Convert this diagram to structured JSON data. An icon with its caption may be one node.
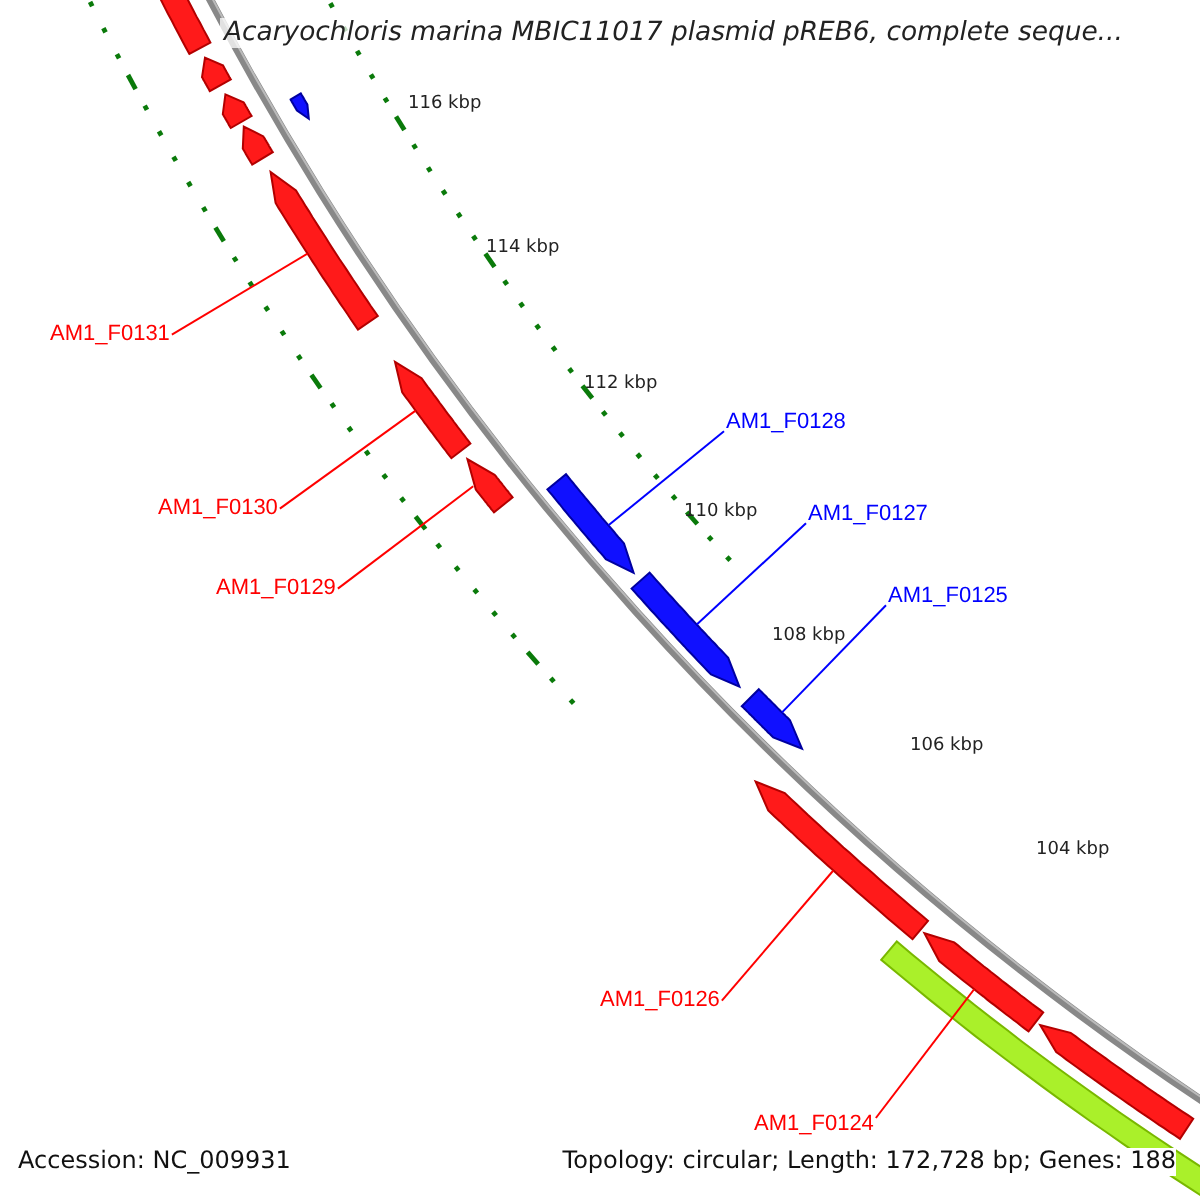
{
  "diagram": {
    "title": "Acaryochloris marina MBIC11017 plasmid pREB6, complete seque...",
    "nodes": [
      {
        "text": [
          "AM1_F0131"
        ]
      },
      {
        "text": [],
        "shape": "arrow"
      },
      {
        "text": [
          "AM1_F0130"
        ]
      },
      {
        "text": [],
        "shape": "arrow"
      },
      {
        "text": [
          "AM1_F0129"
        ]
      },
      {
        "text": [],
        "shape": "arrow"
      },
      {
        "text": [
          "AM1_F0128"
        ]
      },
      {
        "text": [],
        "shape": "arrow"
      },
      {
        "text": [
          "AM1_F0127"
        ]
      },
      {
        "text": [],
        "shape": "arrow"
      },
      {
        "text": [
          "AM1_F0125"
        ]
      },
      {
        "text": [],
        "shape": "arrow"
      },
      {
        "text": [
          "AM1_F0126"
        ]
      },
      {
        "text": [],
        "shape": "arrow"
      },
      {
        "text": [
          "AM1_F0124"
        ]
      },
      {
        "text": [],
        "shape": "arrow"
      },
      {
        "text": [],
        "shape": "arrow"
      },
      {
        "text": [],
        "shape": "arrow"
      },
      {
        "text": [],
        "shape": "arrow"
      },
      {
        "text": [],
        "shape": "arrow"
      },
      {
        "text": [],
        "shape": "arrow"
      },
      {
        "text": [],
        "shape": "arrow"
      },
      {
        "text": [],
        "shape": "arrow"
      }
    ],
    "edges": [
      {
        "from": 0,
        "to": 1,
        "arrow": "none"
      },
      {
        "from": 2,
        "to": 3,
        "arrow": "none"
      },
      {
        "from": 4,
        "to": 5,
        "arrow": "none"
      },
      {
        "from": 6,
        "to": 7,
        "arrow": "none",
        "color": "#0000ff"
      },
      {
        "from": 8,
        "to": 9,
        "arrow": "none",
        "color": "#0000ff"
      },
      {
        "from": 10,
        "to": 11,
        "arrow": "none",
        "color": "#0000ff"
      },
      {
        "from": 12,
        "to": 13,
        "arrow": "none"
      },
      {
        "from": 14,
        "to": 15,
        "arrow": "none"
      }
    ],
    "labels": [
      "116 kbp",
      "114 kbp",
      "112 kbp",
      "110 kbp",
      "108 kbp",
      "106 kbp",
      "104 kbp",
      "Accession: NC_009931",
      "Topology: circular; Length: 172,728 bp; Genes: 188"
    ]
  }
}
